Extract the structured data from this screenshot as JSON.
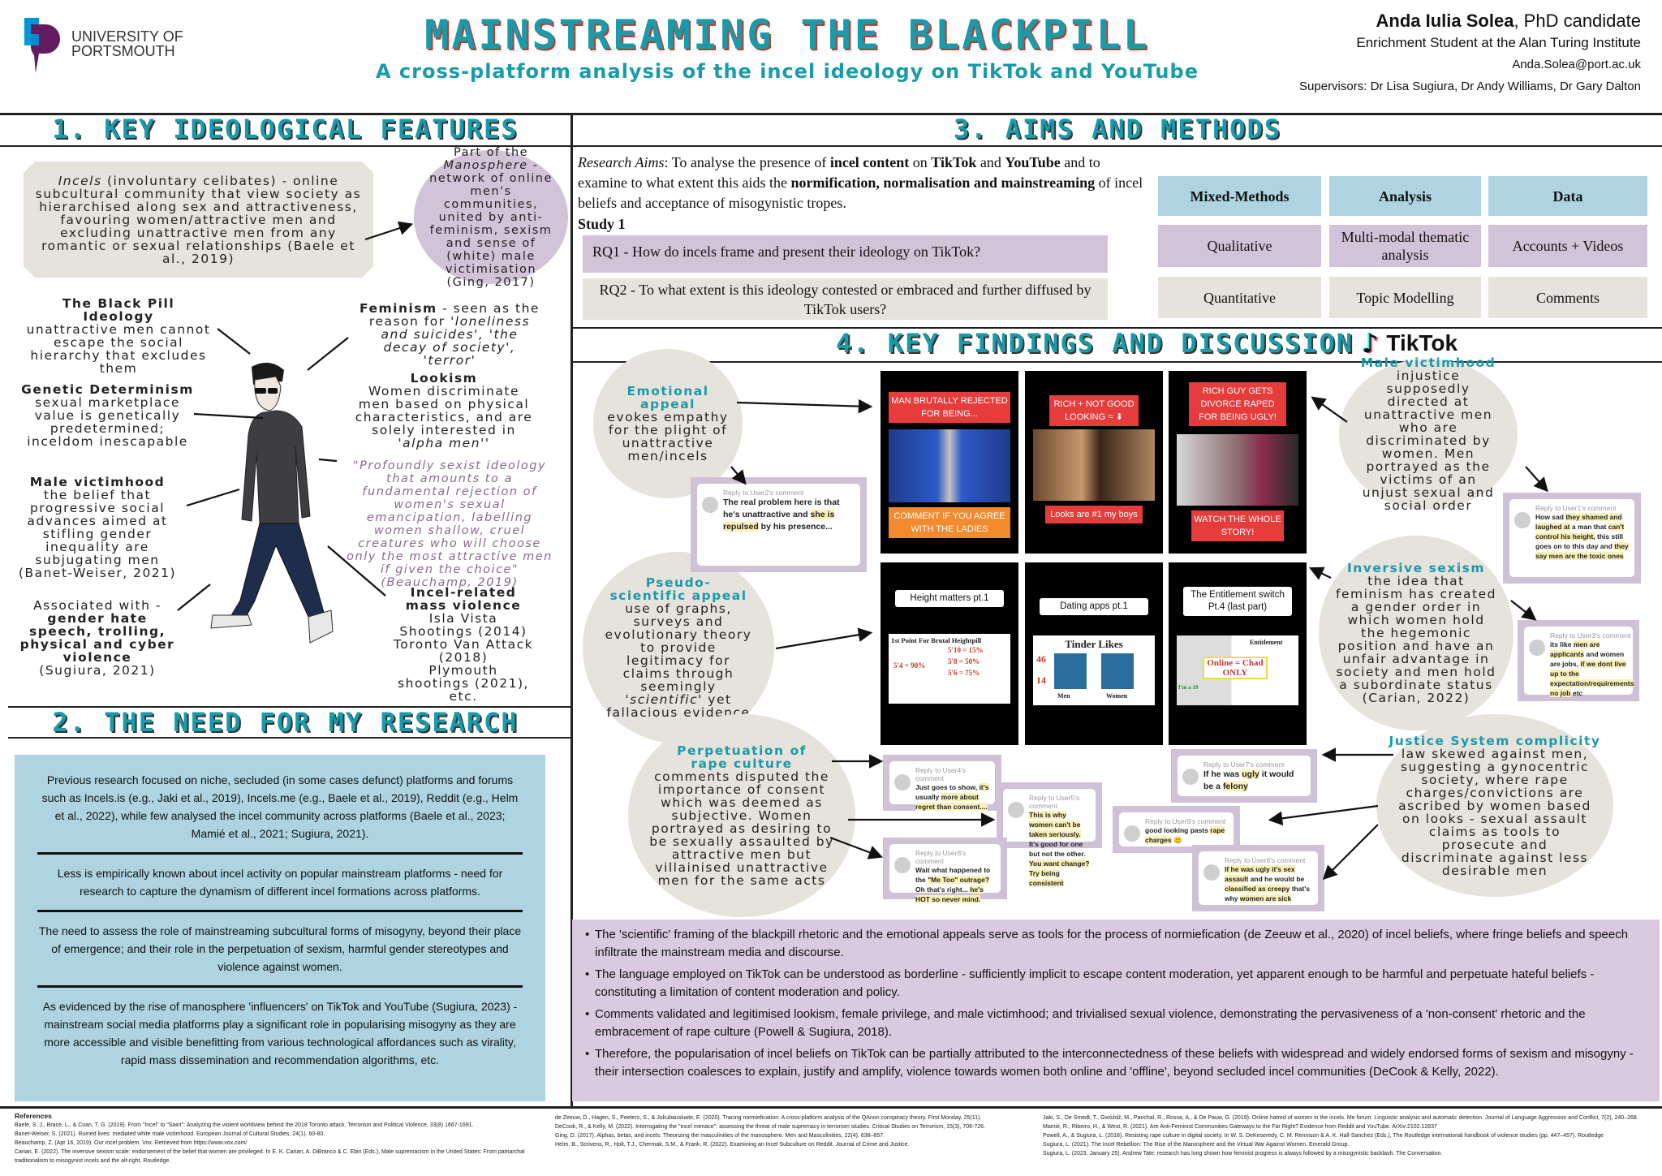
{
  "header": {
    "logo_text": [
      "UNIVERSITY OF",
      "PORTSMOUTH"
    ],
    "title": "Mainstreaming the Blackpill",
    "subtitle": "A cross-platform analysis of the incel ideology on TikTok and YouTube",
    "author_name": "Anda Iulia Solea",
    "author_role": ", PhD candidate",
    "affiliation": "Enrichment Student at the Alan Turing Institute",
    "email": "Anda.Solea@port.ac.uk",
    "supervisors": "Supervisors: Dr Lisa Sugiura, Dr Andy Williams, Dr Gary Dalton"
  },
  "section1": {
    "heading": "1. Key ideological features",
    "intro_em": "Incels",
    "intro": " (involuntary celibates) - online subcultural community that view society as hierarchised along sex and attractiveness, favouring women/attractive men and excluding unattractive men from any romantic or sexual relationships (Baele et al., 2019)",
    "manosphere_pre": "Part of the ",
    "manosphere_em": "Manosphere",
    "manosphere_post": " - network of online men's communities, united by anti-feminism, sexism and sense of (white) male victimisation (Ging, 2017)",
    "blackpill": {
      "title": "The Black Pill Ideology",
      "text": "unattractive men cannot escape the social hierarchy that excludes them"
    },
    "genetic": {
      "title": "Genetic Determinism",
      "text": "sexual marketplace value is genetically predetermined; inceldom inescapable"
    },
    "victimhood": {
      "title": "Male victimhood",
      "text": "the belief that progressive social advances aimed at stifling gender inequality are subjugating men (Banet-Weiser, 2021)"
    },
    "associated": {
      "pre": "Associated with -",
      "bold": "gender hate speech, trolling, physical and cyber violence",
      "cite": "(Sugiura, 2021)"
    },
    "feminism": {
      "title": "Feminism",
      "text": " - seen as the reason for ",
      "em": "'loneliness and suicides', 'the decay of society', 'terror'"
    },
    "lookism": {
      "title": "Lookism",
      "text": "Women discriminate men based on physical characteristics, and are solely interested in ",
      "em": "'alpha men''"
    },
    "quote": "\"Profoundly sexist ideology that amounts to a fundamental rejection of women's sexual emancipation, labelling women shallow, cruel creatures who will choose only the most attractive men if given the choice\" (Beauchamp, 2019)",
    "violence": {
      "title": "Incel-related mass violence",
      "items": [
        "Isla Vista Shootings (2014)",
        "Toronto Van Attack (2018)",
        "Plymouth shootings (2021), etc."
      ]
    }
  },
  "section2": {
    "heading": "2. The need for my research",
    "p1": "Previous research focused on niche, secluded (in some cases defunct) platforms and forums such as Incels.is (e.g., Jaki et al., 2019), Incels.me (e.g., Baele et al., 2019), Reddit (e.g., Helm et al., 2022), while few analysed the incel community across platforms (Baele et al., 2023; Mamié et al., 2021; Sugiura, 2021).",
    "p2": "Less is empirically known about incel activity on popular mainstream platforms - need for research to capture the dynamism of different incel formations across platforms.",
    "p3": "The need to assess the role of mainstreaming subcultural forms of misogyny, beyond their place of emergence; and their role in the perpetuation of sexism, harmful gender stereotypes and violence against women.",
    "p4": "As evidenced by the rise of manosphere 'influencers' on TikTok and YouTube (Sugiura, 2023) - mainstream social media platforms play a significant role in popularising misogyny as they are more accessible and visible benefitting from various technological affordances such as virality, rapid mass dissemination and recommendation algorithms, etc."
  },
  "section3": {
    "heading": "3. Aims and methods",
    "aims_label": "Research Aims",
    "aims_1": ": To analyse the presence of ",
    "aims_b1": "incel content",
    "aims_2": " on ",
    "aims_b2": "TikTok",
    "aims_3": " and ",
    "aims_b3": "YouTube",
    "aims_4": " and to examine to what extent this aids the ",
    "aims_b4": "normification, normalisation and mainstreaming",
    "aims_5": " of incel beliefs and acceptance of misogynistic tropes.",
    "study": "Study 1",
    "rq1": "RQ1 - How do incels frame and present their ideology on TikTok?",
    "rq2": "RQ2 - To what extent is this ideology contested or embraced and further diffused by TikTok users?",
    "table": {
      "headers": [
        "Mixed-Methods",
        "Analysis",
        "Data"
      ],
      "rows": [
        [
          "Qualitative",
          "Multi-modal thematic analysis",
          "Accounts + Videos"
        ],
        [
          "Quantitative",
          "Topic Modelling",
          "Comments"
        ]
      ]
    }
  },
  "section4": {
    "heading": "4. Key findings and discussion",
    "platform": "TikTok",
    "themes": {
      "emotional": {
        "title": "Emotional appeal",
        "text": "evokes empathy for the plight of unattractive men/incels"
      },
      "pseudo": {
        "title": "Pseudo-scientific appeal",
        "text": "use of graphs, surveys and evolutionary theory to provide legitimacy for claims through seemingly ",
        "em": "'scientific'",
        "text2": " yet fallacious evidence"
      },
      "rape": {
        "title": "Perpetuation of rape culture",
        "text": "comments disputed the importance of consent which was deemed as subjective. Women portrayed as desiring to be sexually assaulted by attractive men but villainised unattractive men for the same acts"
      },
      "victim": {
        "title": "Male victimhood",
        "text": "injustice supposedly directed at unattractive men who are discriminated by women. Men portrayed as the victims of an unjust sexual and social order"
      },
      "inversive": {
        "title": "Inversive sexism",
        "text": "the idea that feminism has created a gender order in which women hold the hegemonic position and have an unfair advantage in society and men hold a subordinate status (Carian, 2022)"
      },
      "justice": {
        "title": "Justice System complicity",
        "text": "law skewed against men, suggesting a gynocentric society, where rape charges/convictions are ascribed by women based on looks - sexual assault claims as tools to prosecute and discriminate against less desirable men"
      }
    },
    "videos": [
      {
        "top": "MAN BRUTALLY REJECTED FOR BEING...",
        "bottom": "COMMENT IF YOU AGREE WITH THE LADIES"
      },
      {
        "top": "RICH + NOT GOOD LOOKING = ⬇",
        "bottom": "Looks are #1 my boys"
      },
      {
        "top": "RICH GUY GETS DIVORCE RAPED FOR BEING UGLY!",
        "bottom": "WATCH THE WHOLE STORY!"
      },
      {
        "top": "Height matters pt.1",
        "img_title": "1st Point For Brutal Heightpill",
        "img_stats": [
          "5'10 = 15%",
          "5'8 = 50%",
          "5'6 = 75%",
          "5'4 = 90%"
        ]
      },
      {
        "top": "Dating apps pt.1",
        "img_title": "Tinder Likes",
        "img_stats": [
          "46",
          "14",
          "Men",
          "Women"
        ]
      },
      {
        "top": "The Entitlement switch Pt.4 (last part)",
        "img_title": "Online = Chad ONLY",
        "img_stats": [
          "Entitlement",
          "I'm a 10"
        ]
      }
    ],
    "comments": [
      {
        "id": "c2",
        "reply": "Reply to User2's comment",
        "seg": [
          [
            "The real problem here is that he's unattractive and ",
            0
          ],
          [
            "she is repulsed",
            1
          ],
          [
            " by his presence...",
            0
          ]
        ]
      },
      {
        "id": "c1",
        "reply": "Reply to User1's comment",
        "seg": [
          [
            "How sad ",
            0
          ],
          [
            "they shamed and laughed at",
            1
          ],
          [
            " a man that ",
            0
          ],
          [
            "can't control his height,",
            1
          ],
          [
            " this still goes on to this day and ",
            0
          ],
          [
            "they say men are the toxic ones",
            1
          ]
        ]
      },
      {
        "id": "c3",
        "reply": "Reply to User3's comment",
        "seg": [
          [
            "its like ",
            0
          ],
          [
            "men are applicants",
            1
          ],
          [
            " and women are jobs, ",
            0
          ],
          [
            "if we dont live up to the expectation/requirements no job",
            1
          ],
          [
            " etc",
            0
          ]
        ]
      },
      {
        "id": "c4",
        "reply": "Reply to User4's comment",
        "seg": [
          [
            "Just goes to show, ",
            0
          ],
          [
            "it's",
            1
          ],
          [
            " usually ",
            0
          ],
          [
            "more about regret than consent....",
            1
          ]
        ]
      },
      {
        "id": "c5",
        "reply": "Reply to User5's comment",
        "seg": [
          [
            "This is why women can't be taken seriously.",
            1
          ],
          [
            " It's good for one but not the other. ",
            0
          ],
          [
            "You want change? Try being consistent",
            1
          ]
        ]
      },
      {
        "id": "c8",
        "reply": "Reply to User8's comment",
        "seg": [
          [
            "Wait what happened to the ",
            0
          ],
          [
            "\"Me Too\" outrage?",
            1
          ],
          [
            " Oh that's right... ",
            0
          ],
          [
            "he's HOT so never mind.",
            1
          ]
        ]
      },
      {
        "id": "c7",
        "reply": "Reply to User7's comment",
        "seg": [
          [
            "If he was ",
            0
          ],
          [
            "ugly",
            1
          ],
          [
            " it would be a ",
            0
          ],
          [
            "felony",
            1
          ]
        ]
      },
      {
        "id": "c9",
        "reply": "Reply to User9's comment",
        "seg": [
          [
            "good looking pasts ",
            0
          ],
          [
            "rape charges",
            1
          ],
          [
            " 😊",
            0
          ]
        ]
      },
      {
        "id": "c6",
        "reply": "Reply to User6's comment",
        "seg": [
          [
            "If he was ugly it's sex assault",
            1
          ],
          [
            " and he would be ",
            0
          ],
          [
            "classified as creepy",
            1
          ],
          [
            " that's why ",
            0
          ],
          [
            "women are sick",
            1
          ]
        ]
      }
    ],
    "bullets": [
      "The 'scientific' framing of the blackpill rhetoric and the emotional appeals serve as tools for the process of normiefication (de Zeeuw et al., 2020) of incel beliefs, where fringe beliefs and speech infiltrate the mainstream media and discourse.",
      "The language employed on TikTok can be understood as borderline - sufficiently implicit to escape content moderation, yet apparent enough to be harmful and perpetuate hateful beliefs - constituting a limitation of content moderation and policy.",
      "Comments validated and legitimised lookism, female privilege, and male victimhood; and trivialised sexual violence, demonstrating the pervasiveness of a 'non-consent' rhetoric and the embracement of rape culture (Powell & Sugiura, 2018).",
      "Therefore, the popularisation of incel beliefs on TikTok can be partially attributed to the interconnectedness of these beliefs with widespread and widely endorsed forms of sexism and misogyny - their intersection coalesces to explain, justify and amplify, violence towards women both online and 'offline', beyond secluded incel communities (DeCook & Kelly, 2022)."
    ]
  },
  "references": {
    "heading": "References",
    "col1": [
      "Baele, S. J., Brace, L., & Coan, T. G. (2019). From \"Incel\" to \"Saint\": Analyzing the violent worldview behind the 2018 Toronto attack. Terrorism and Political Violence, 33(8) 1667-1691.",
      "Banet-Weiser, S. (2021). Ruined lives: mediated white male victimhood. European Journal of Cultural Studies, 24(1). 60-80.",
      "Beauchamp, Z. (Apr 16, 2019). Our incel problem. Vox. Retrieved from https://www.vox.com/",
      "Carian, E. (2022). The inversive sexism scale: endorsement of the belief that women are privileged. In E. K. Carian, A. DiBranco & C. Ebin (Eds.), Male supremacism in the United States: From patriarchal traditionalism to misogynist incels and the alt-right. Routledge."
    ],
    "col2": [
      "de Zeeuw, D., Hagen, S., Peeters, S., & Jokubauskaite, E. (2020). Tracing normiefication: A cross-platform analysis of the QAnon conspiracy theory. First Monday, 25(11).",
      "DeCook, R., & Kelly, M. (2022). Interrogating the \"incel menace\": assessing the threat of male supremacy in terrorism studies. Critical Studies on Terrorism, 15(3), 706-726.",
      "Ging, D. (2017). Alphas, betas, and incels: Theorizing the masculinities of the manosphere. Men and Masculinities, 22(4), 638–657.",
      "Helm, B., Scrivens, R., Holt, T.J., Chermak, S.M., & Frank, R. (2022). Examining an Incel Subculture on Reddit. Journal of Crime and Justice."
    ],
    "col3": [
      "Jaki, S., De Smedt, T., Gwóźdź, M., Panchal, R., Rossa, A., & De Pauw, G. (2019). Online hatred of women in the incels. Me forum: Linguistic analysis and automatic detection. Journal of Language Aggression and Conflict, 7(2), 240–268.",
      "Mamié, R., Ribeiro, H., & West, R. (2021). Are Anti-Feminist Communities Gateways to the Far Right? Evidence from Reddit and YouTube. ArXiv:2102.12837",
      "Powell, A., & Sugiura, L. (2018). Resisting rape culture in digital society. In W. S. DeKeseredy, C. M. Rennison & A. K. Hall-Sanchez (Eds.), The Routledge international handbook of violence studies (pp. 447–457). Routledge",
      "Sugiura, L. (2021). The Incel Rebellion: The Rise of the Manosphere and the Virtual War Against Women. Emerald Group.",
      "Sugiura, L. (2023, January 25). Andrew Tate: research has long shown how feminist progress is always followed by a misogynistic backlash. The Conversation."
    ]
  },
  "colors": {
    "accent": "#1b9aaa",
    "title_shadow": "#c0392b",
    "purple": "#d3c3d8",
    "beige": "#e6e2dc",
    "light_blue": "#add4e0",
    "tiktok_red": "#e63c3c"
  }
}
